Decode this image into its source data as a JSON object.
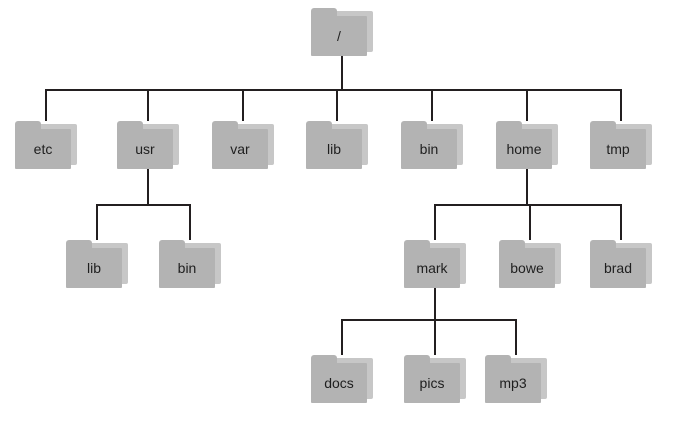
{
  "diagram": {
    "type": "tree",
    "description": "Linux filesystem directory tree",
    "colors": {
      "folder_front": "#b3b3b3",
      "folder_back": "#c7c7c7",
      "connector": "#231f20",
      "label": "#1f1f1f",
      "background": "#ffffff"
    },
    "nodes": [
      {
        "id": "root",
        "label": "/",
        "parent": null
      },
      {
        "id": "etc",
        "label": "etc",
        "parent": "root"
      },
      {
        "id": "usr",
        "label": "usr",
        "parent": "root"
      },
      {
        "id": "var",
        "label": "var",
        "parent": "root"
      },
      {
        "id": "lib",
        "label": "lib",
        "parent": "root"
      },
      {
        "id": "bin",
        "label": "bin",
        "parent": "root"
      },
      {
        "id": "home",
        "label": "home",
        "parent": "root"
      },
      {
        "id": "tmp",
        "label": "tmp",
        "parent": "root"
      },
      {
        "id": "usr-lib",
        "label": "lib",
        "parent": "usr"
      },
      {
        "id": "usr-bin",
        "label": "bin",
        "parent": "usr"
      },
      {
        "id": "mark",
        "label": "mark",
        "parent": "home"
      },
      {
        "id": "bowe",
        "label": "bowe",
        "parent": "home"
      },
      {
        "id": "brad",
        "label": "brad",
        "parent": "home"
      },
      {
        "id": "docs",
        "label": "docs",
        "parent": "mark"
      },
      {
        "id": "pics",
        "label": "pics",
        "parent": "mark"
      },
      {
        "id": "mp3",
        "label": "mp3",
        "parent": "mark"
      }
    ]
  }
}
